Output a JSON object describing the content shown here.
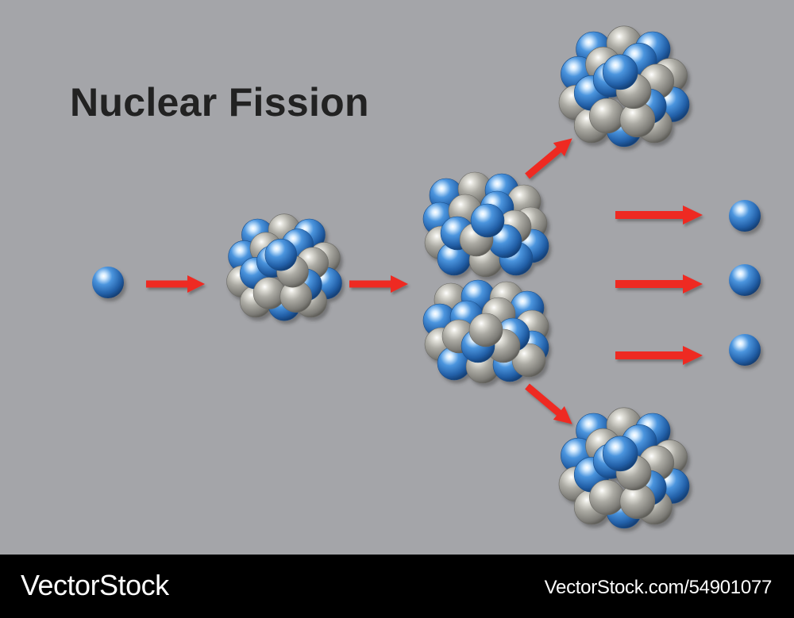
{
  "title": "Nuclear Fission",
  "footer": {
    "logo": "VectorStock",
    "image_id": "VectorStock.com/54901077"
  },
  "colors": {
    "background": "#a4a5a9",
    "neutron_blue": "#2f79c4",
    "proton_gray": "#a8a7a0",
    "arrow_red": "#ee2b22",
    "footer_bg": "#000000"
  },
  "particles": {
    "neutron": "blue-sphere",
    "proton": "gray-sphere"
  }
}
